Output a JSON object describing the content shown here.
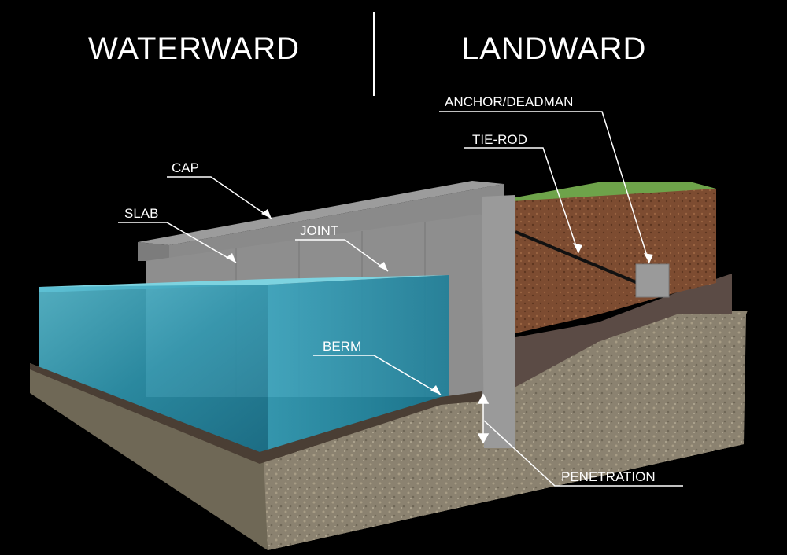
{
  "headers": {
    "waterward": "WATERWARD",
    "landward": "LANDWARD"
  },
  "labels": {
    "anchor": "ANCHOR/DEADMAN",
    "tie_rod": "TIE-ROD",
    "cap": "CAP",
    "slab": "SLAB",
    "joint": "JOINT",
    "berm": "BERM",
    "penetration": "PENETRATION"
  },
  "colors": {
    "background": "#000000",
    "water": "#3fa8bf",
    "concrete": "#8a8a8a",
    "soil": "#7a4a30",
    "grass": "#6ea34a",
    "bedrock": "#8f8470",
    "berm": "#5a4a42"
  }
}
